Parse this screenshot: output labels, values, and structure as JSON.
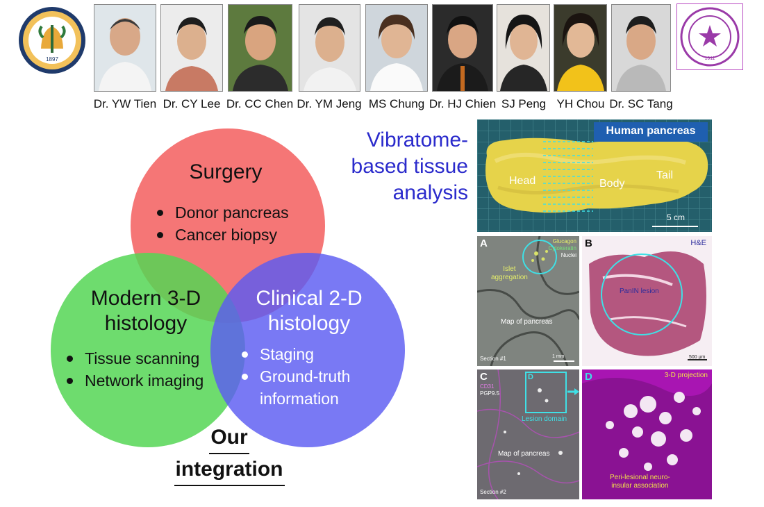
{
  "people": [
    {
      "name": "Dr. YW Tien"
    },
    {
      "name": "Dr. CY Lee"
    },
    {
      "name": "Dr. CC Chen"
    },
    {
      "name": "Dr. YM Jeng"
    },
    {
      "name": "MS Chung"
    },
    {
      "name": "Dr. HJ Chien"
    },
    {
      "name": "SJ Peng"
    },
    {
      "name": "YH Chou"
    },
    {
      "name": "Dr. SC Tang"
    }
  ],
  "logos": {
    "ntu_year": "1897",
    "tsinghua_year": "1911"
  },
  "venn": {
    "surgery": {
      "title": "Surgery",
      "items": [
        "Donor pancreas",
        "Cancer biopsy"
      ],
      "color": "#f46a6a"
    },
    "modern": {
      "title_line1": "Modern 3-D",
      "title_line2": "histology",
      "items": [
        "Tissue scanning",
        "Network imaging"
      ],
      "color": "#55d655"
    },
    "clinical": {
      "title_line1": "Clinical 2-D",
      "title_line2": "histology",
      "items": [
        "Staging",
        "Ground-truth",
        "information"
      ],
      "color": "#6b6bf5"
    },
    "center_line1": "Our",
    "center_line2": "integration"
  },
  "vibratome": {
    "line1": "Vibratome-",
    "line2": "based tissue",
    "line3": "analysis"
  },
  "pancreas_photo": {
    "title": "Human pancreas",
    "head": "Head",
    "body": "Body",
    "tail": "Tail",
    "scale": "5 cm"
  },
  "panel_a": {
    "label": "A",
    "legend1": "Glucagon",
    "legend2": "Cytokeratin",
    "legend3": "Nuclei",
    "islet1": "Islet",
    "islet2": "aggregation",
    "map": "Map of pancreas",
    "section": "Section #1",
    "scale": "1 mm"
  },
  "panel_b": {
    "label": "B",
    "stain": "H&E",
    "lesion": "PanIN lesion",
    "scale": "500 μm"
  },
  "panel_c": {
    "label": "C",
    "legend1": "CD31",
    "legend2": "PGP9.5",
    "inset": "D",
    "domain": "Lesion domain",
    "map": "Map of pancreas",
    "section": "Section #2"
  },
  "panel_d": {
    "label": "D",
    "projection": "3-D projection",
    "assoc1": "Peri-lesional neuro-",
    "assoc2": "insular association"
  }
}
